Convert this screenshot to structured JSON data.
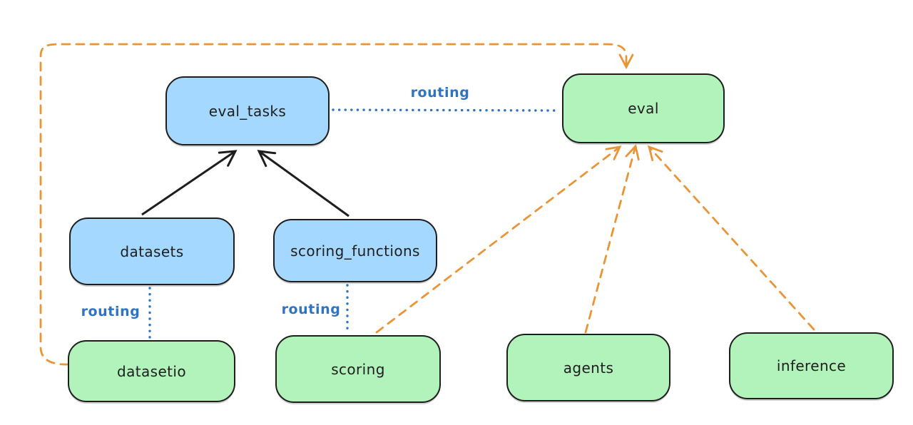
{
  "diagram": {
    "description": "Architecture diagram linking API boxes to provider boxes",
    "colors": {
      "api_box_fill": "#a5d8ff",
      "provider_box_fill": "#b2f2bb",
      "box_border": "#1e1e1e",
      "routing_accent": "#2f74c2",
      "dependency_accent": "#e99537",
      "background": "#ffffff"
    },
    "nodes": [
      {
        "id": "eval_tasks",
        "label": "eval_tasks",
        "kind": "blue"
      },
      {
        "id": "eval",
        "label": "eval",
        "kind": "green"
      },
      {
        "id": "datasets",
        "label": "datasets",
        "kind": "blue"
      },
      {
        "id": "scoring_functions",
        "label": "scoring_functions",
        "kind": "blue"
      },
      {
        "id": "datasetio",
        "label": "datasetio",
        "kind": "green"
      },
      {
        "id": "scoring",
        "label": "scoring",
        "kind": "green"
      },
      {
        "id": "agents",
        "label": "agents",
        "kind": "green"
      },
      {
        "id": "inference",
        "label": "inference",
        "kind": "green"
      }
    ],
    "edges": [
      {
        "from": "datasets",
        "to": "eval_tasks",
        "style": "solid-black-arrow",
        "label": ""
      },
      {
        "from": "scoring_functions",
        "to": "eval_tasks",
        "style": "solid-black-arrow",
        "label": ""
      },
      {
        "from": "eval_tasks",
        "to": "eval",
        "style": "dotted-blue",
        "label": "routing"
      },
      {
        "from": "datasets",
        "to": "datasetio",
        "style": "dotted-blue",
        "label": "routing"
      },
      {
        "from": "scoring_functions",
        "to": "scoring",
        "style": "dotted-blue",
        "label": "routing"
      },
      {
        "from": "datasetio",
        "to": "eval",
        "style": "dashed-orange-arrow",
        "label": ""
      },
      {
        "from": "scoring",
        "to": "eval",
        "style": "dashed-orange-arrow",
        "label": ""
      },
      {
        "from": "agents",
        "to": "eval",
        "style": "dashed-orange-arrow",
        "label": ""
      },
      {
        "from": "inference",
        "to": "eval",
        "style": "dashed-orange-arrow",
        "label": ""
      }
    ]
  }
}
